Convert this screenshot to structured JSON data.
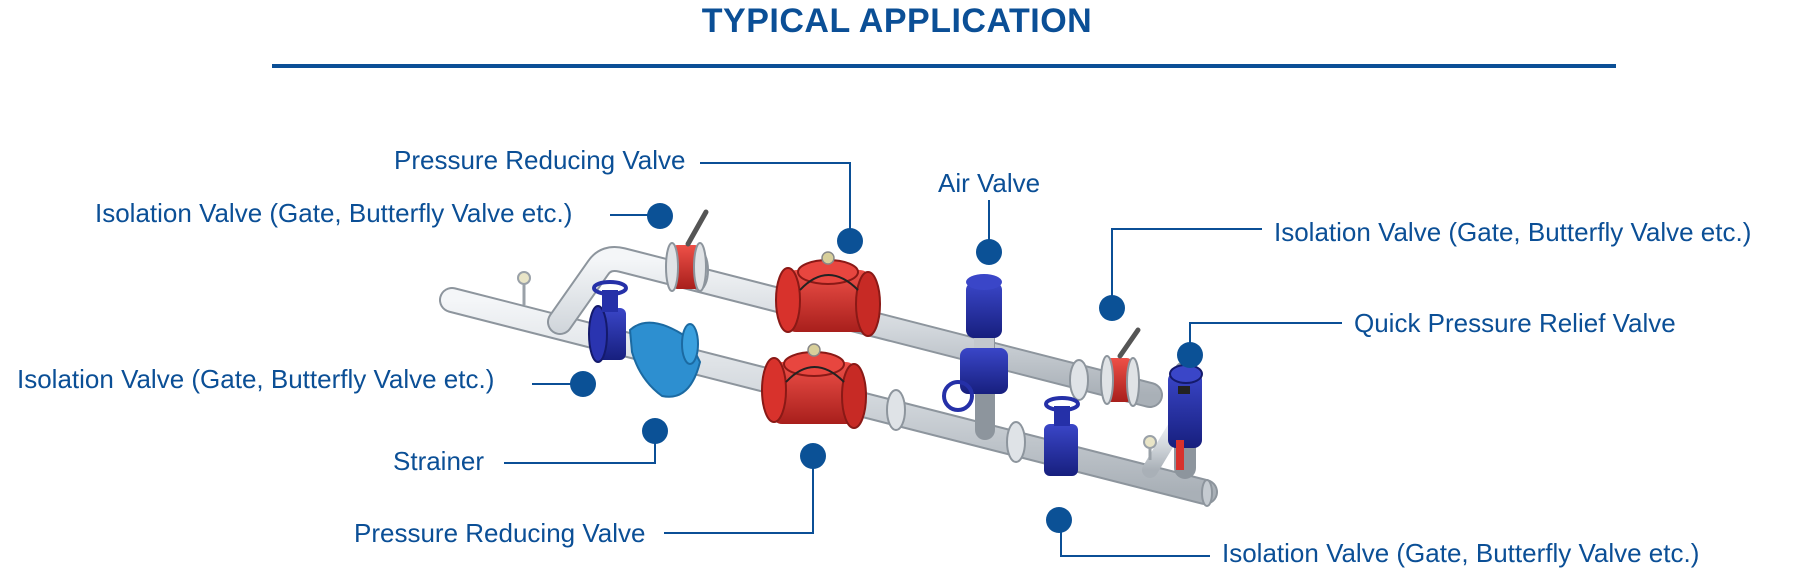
{
  "title": "TYPICAL APPLICATION",
  "colors": {
    "accent": "#0b4f96",
    "marker": "#0b5196",
    "valve_red": "#d8322c",
    "valve_blue": "#2530a8",
    "strainer_blue": "#2d8fd0",
    "pipe": "#d9dde2"
  },
  "labels": {
    "prv_top": "Pressure Reducing Valve",
    "iso_top_left": "Isolation Valve (Gate, Butterfly Valve etc.)",
    "air_valve": "Air Valve",
    "iso_top_right": "Isolation Valve (Gate, Butterfly Valve etc.)",
    "qprv": "Quick Pressure Relief Valve",
    "iso_mid_left": "Isolation Valve (Gate, Butterfly Valve etc.)",
    "strainer": "Strainer",
    "prv_bottom": "Pressure Reducing Valve",
    "iso_bottom_right": "Isolation Valve (Gate, Butterfly Valve etc.)"
  }
}
